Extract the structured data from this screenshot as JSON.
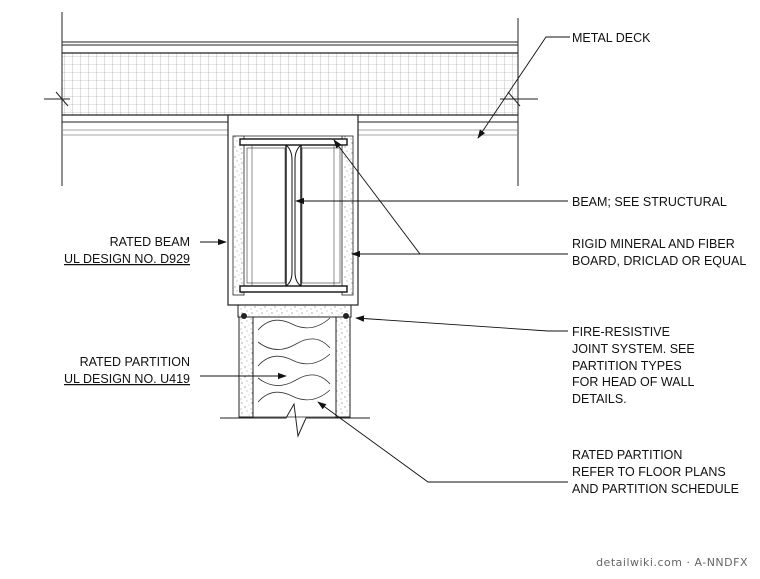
{
  "labels": {
    "metal_deck": "METAL DECK",
    "beam": "BEAM; SEE STRUCTURAL",
    "rigid_board_1": "RIGID MINERAL AND FIBER",
    "rigid_board_2": "BOARD, DRICLAD OR EQUAL",
    "fire_joint_1": "FIRE-RESISTIVE",
    "fire_joint_2": "JOINT SYSTEM. SEE",
    "fire_joint_3": "PARTITION TYPES",
    "fire_joint_4": "FOR HEAD OF WALL",
    "fire_joint_5": "DETAILS.",
    "rated_partition_1": "RATED PARTITION",
    "rated_partition_2": "REFER TO FLOOR PLANS",
    "rated_partition_3": "AND PARTITION SCHEDULE",
    "rated_beam_1": "RATED BEAM",
    "rated_beam_2": "UL DESIGN NO. D929",
    "rated_part_left_1": "RATED PARTITION",
    "rated_part_left_2": "UL DESIGN NO. U419"
  },
  "credit": "detailwiki.com · A-NNDFX"
}
